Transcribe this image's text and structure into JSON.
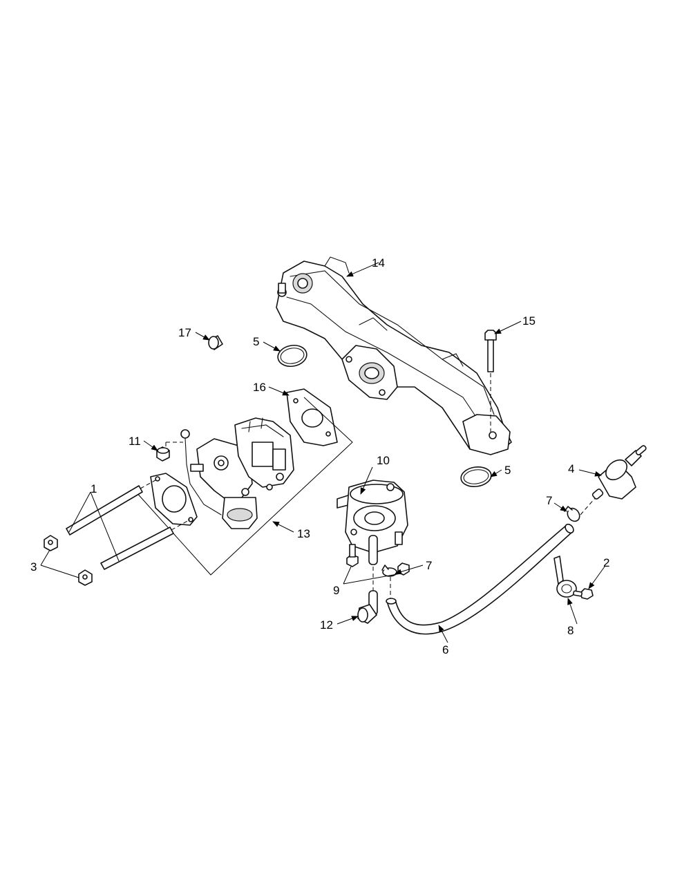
{
  "callouts": {
    "c1": "1",
    "c2": "2",
    "c3": "3",
    "c4": "4",
    "c5a": "5",
    "c5b": "5",
    "c6": "6",
    "c7a": "7",
    "c7b": "7",
    "c8": "8",
    "c9": "9",
    "c10": "10",
    "c11": "11",
    "c12": "12",
    "c13": "13",
    "c14": "14",
    "c15": "15",
    "c16": "16",
    "c17": "17"
  }
}
